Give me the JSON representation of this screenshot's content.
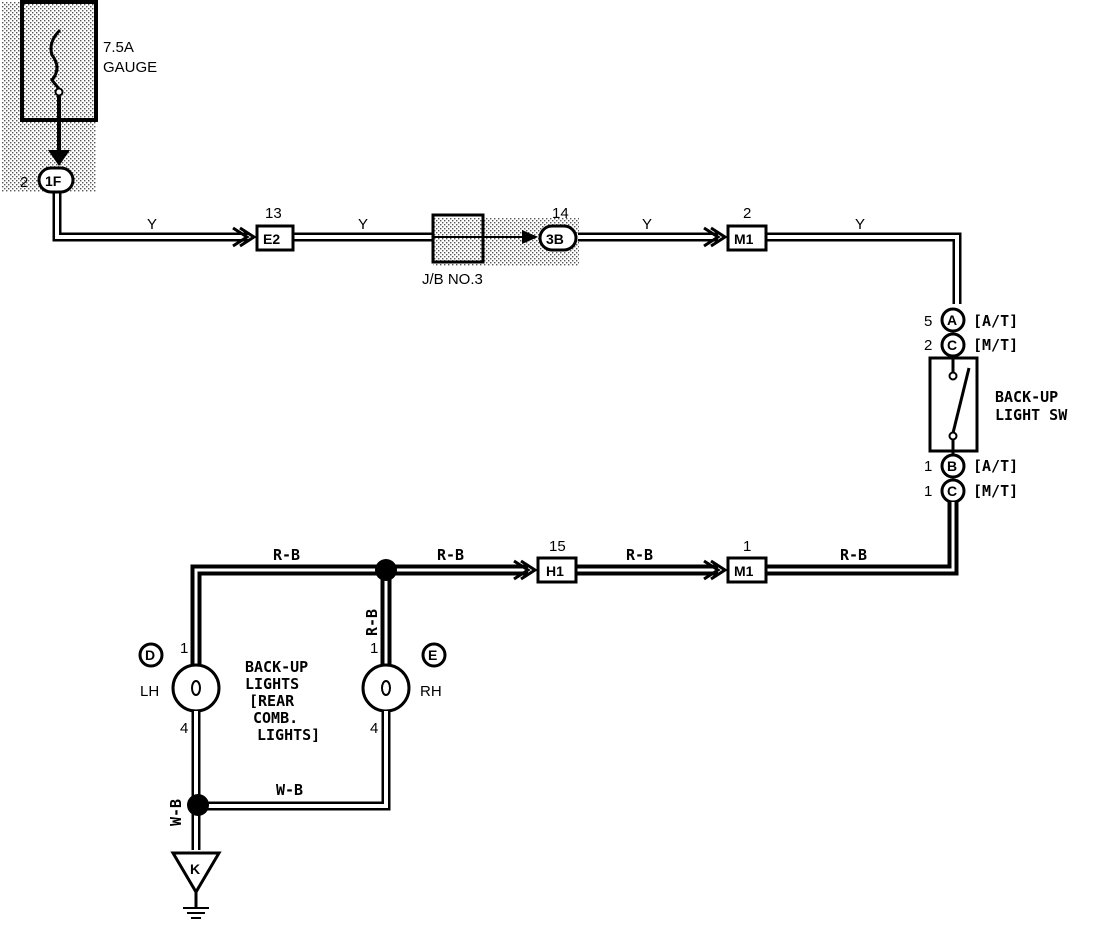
{
  "fuse": {
    "rating": "7.5A",
    "name": "GAUGE"
  },
  "connectors": {
    "c1F": {
      "pin": "2",
      "id": "1F"
    },
    "cE2": {
      "pin": "13",
      "id": "E2"
    },
    "c3B": {
      "pin": "14",
      "id": "3B"
    },
    "cM1_top": {
      "pin": "2",
      "id": "M1"
    },
    "cA_top": {
      "pin": "5",
      "id": "A",
      "note": "[A/T]"
    },
    "cC_top": {
      "pin": "2",
      "id": "C",
      "note": "[M/T]"
    },
    "cB_bot": {
      "pin": "1",
      "id": "B",
      "note": "[A/T]"
    },
    "cC_bot": {
      "pin": "1",
      "id": "C",
      "note": "[M/T]"
    },
    "cH1": {
      "pin": "15",
      "id": "H1"
    },
    "cM1_bot": {
      "pin": "1",
      "id": "M1"
    }
  },
  "junction_block": "J/B NO.3",
  "switch": {
    "line1": "BACK-UP",
    "line2": "LIGHT SW"
  },
  "wires": {
    "y1": "Y",
    "y2": "Y",
    "y3": "Y",
    "y4": "Y",
    "rb1": "R-B",
    "rb2": "R-B",
    "rb3": "R-B",
    "rb4": "R-B",
    "rb_vert": "R-B",
    "wb_horiz": "W-B",
    "wb_vert": "W-B"
  },
  "lamps": {
    "lh": {
      "id": "D",
      "side": "LH",
      "pin_top": "1",
      "pin_bottom": "4"
    },
    "rh": {
      "id": "E",
      "side": "RH",
      "pin_top": "1",
      "pin_bottom": "4"
    }
  },
  "lamp_label": {
    "line1": "BACK-UP",
    "line2": "LIGHTS",
    "line3": "[REAR",
    "line4": "COMB.",
    "line5": "LIGHTS]"
  },
  "ground": {
    "id": "K"
  }
}
